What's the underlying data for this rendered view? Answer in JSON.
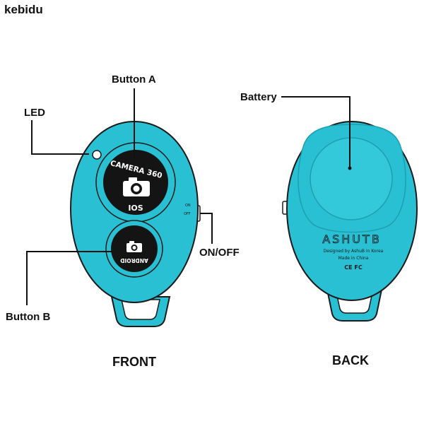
{
  "brand": "kebidu",
  "colors": {
    "body": "#29c0d4",
    "body_dark": "#1e9fb0",
    "button": "#141414",
    "outline": "#1a1a1a",
    "line": "#111111"
  },
  "front": {
    "caption": "FRONT",
    "labels": {
      "button_a": "Button A",
      "led": "LED",
      "button_b": "Button B",
      "on_off": "ON/OFF"
    },
    "button_a_text": {
      "top": "CAMERA 360",
      "bottom": "IOS",
      "icon": "camera-icon"
    },
    "button_b_text": {
      "bottom": "ANDROID",
      "icon": "camera-icon"
    },
    "switch_marks": [
      "ON",
      "OFF"
    ]
  },
  "back": {
    "caption": "BACK",
    "labels": {
      "battery": "Battery"
    },
    "logo": "ASHUTB",
    "lines": [
      "Designed by AshuB in Korea",
      "Made in China"
    ],
    "marks": "CE FC"
  }
}
